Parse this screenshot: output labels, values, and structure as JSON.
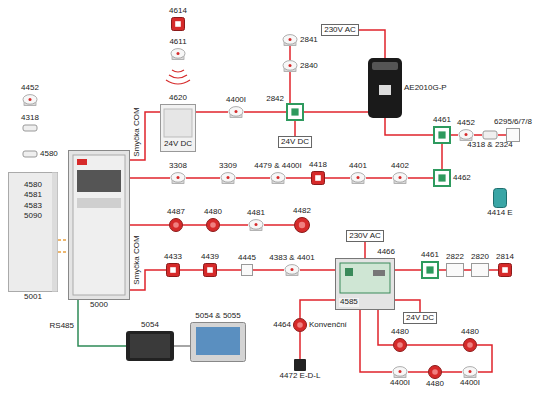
{
  "diagram": {
    "nodes": [
      {
        "text": [
          "4614"
        ]
      },
      {
        "text": [
          "4611"
        ]
      },
      {
        "text": [
          "4620",
          "24V DC"
        ]
      },
      {
        "text": [
          "4400I"
        ]
      },
      {
        "text": [
          "2841"
        ]
      },
      {
        "text": [
          "2840"
        ]
      },
      {
        "text": [
          "2842"
        ]
      },
      {
        "text": [
          "24V DC"
        ]
      },
      {
        "text": [
          "230V AC"
        ]
      },
      {
        "text": [
          "AE2010G-P"
        ]
      },
      {
        "text": [
          "4461"
        ]
      },
      {
        "text": [
          "4452"
        ]
      },
      {
        "text": [
          "4318 & 2324"
        ]
      },
      {
        "text": [
          "6295/6/7/8"
        ]
      },
      {
        "text": [
          "4462"
        ]
      },
      {
        "text": [
          "4452"
        ]
      },
      {
        "text": [
          "4318"
        ]
      },
      {
        "text": [
          "4580"
        ]
      },
      {
        "text": [
          "4580 4581 4583 5090",
          "5001"
        ]
      },
      {
        "text": [
          "5000"
        ]
      },
      {
        "text": [
          "3308"
        ]
      },
      {
        "text": [
          "3309"
        ]
      },
      {
        "text": [
          "4479 & 4400I"
        ]
      },
      {
        "text": [
          "4418"
        ]
      },
      {
        "text": [
          "4401"
        ]
      },
      {
        "text": [
          "4402"
        ]
      },
      {
        "text": [
          "4487"
        ]
      },
      {
        "text": [
          "4480"
        ]
      },
      {
        "text": [
          "4481"
        ]
      },
      {
        "text": [
          "4482"
        ]
      },
      {
        "text": [
          "4433"
        ]
      },
      {
        "text": [
          "4439"
        ]
      },
      {
        "text": [
          "4445"
        ]
      },
      {
        "text": [
          "4383 & 4401"
        ]
      },
      {
        "text": [
          "230V AC"
        ]
      },
      {
        "text": [
          "4466",
          "4585"
        ]
      },
      {
        "text": [
          "24V DC"
        ]
      },
      {
        "text": [
          "4464",
          "Konvenční"
        ]
      },
      {
        "text": [
          "4472 E-D-L"
        ]
      },
      {
        "text": [
          "4461"
        ]
      },
      {
        "text": [
          "2822"
        ]
      },
      {
        "text": [
          "2820"
        ]
      },
      {
        "text": [
          "2814"
        ]
      },
      {
        "text": [
          "4480"
        ]
      },
      {
        "text": [
          "4480"
        ]
      },
      {
        "text": [
          "4400I"
        ]
      },
      {
        "text": [
          "4480"
        ]
      },
      {
        "text": [
          "4400I"
        ]
      },
      {
        "text": [
          "5054"
        ]
      },
      {
        "text": [
          "5054 & 5055"
        ]
      },
      {
        "text": [
          "4414 E"
        ]
      }
    ],
    "edges": [
      {
        "from": 19,
        "to": 2,
        "arrow": "none"
      },
      {
        "from": 2,
        "to": 3,
        "arrow": "none"
      },
      {
        "from": 3,
        "to": 6,
        "arrow": "none"
      },
      {
        "from": 4,
        "to": 5,
        "arrow": "none"
      },
      {
        "from": 5,
        "to": 6,
        "arrow": "none"
      },
      {
        "from": 6,
        "to": 7,
        "arrow": "none"
      },
      {
        "from": 6,
        "to": 9,
        "arrow": "none"
      },
      {
        "from": 8,
        "to": 9,
        "arrow": "none"
      },
      {
        "from": 9,
        "to": 10,
        "arrow": "none"
      },
      {
        "from": 10,
        "to": 11,
        "arrow": "none"
      },
      {
        "from": 11,
        "to": 12,
        "arrow": "none"
      },
      {
        "from": 12,
        "to": 13,
        "arrow": "none"
      },
      {
        "from": 10,
        "to": 14,
        "arrow": "none"
      },
      {
        "from": 14,
        "to": 25,
        "arrow": "none"
      },
      {
        "from": 19,
        "to": 20,
        "arrow": "none"
      },
      {
        "from": 20,
        "to": 21,
        "arrow": "none"
      },
      {
        "from": 21,
        "to": 22,
        "arrow": "none"
      },
      {
        "from": 22,
        "to": 23,
        "arrow": "none"
      },
      {
        "from": 23,
        "to": 24,
        "arrow": "none"
      },
      {
        "from": 24,
        "to": 25,
        "arrow": "none"
      },
      {
        "from": 19,
        "to": 26,
        "arrow": "none"
      },
      {
        "from": 26,
        "to": 27,
        "arrow": "none"
      },
      {
        "from": 27,
        "to": 28,
        "arrow": "none"
      },
      {
        "from": 28,
        "to": 29,
        "arrow": "none"
      },
      {
        "from": 19,
        "to": 30,
        "arrow": "none"
      },
      {
        "from": 30,
        "to": 31,
        "arrow": "none"
      },
      {
        "from": 31,
        "to": 32,
        "arrow": "none"
      },
      {
        "from": 32,
        "to": 33,
        "arrow": "none"
      },
      {
        "from": 33,
        "to": 35,
        "arrow": "none"
      },
      {
        "from": 34,
        "to": 35,
        "arrow": "none"
      },
      {
        "from": 35,
        "to": 36,
        "arrow": "none"
      },
      {
        "from": 35,
        "to": 37,
        "arrow": "none"
      },
      {
        "from": 37,
        "to": 38,
        "arrow": "none"
      },
      {
        "from": 35,
        "to": 39,
        "arrow": "none"
      },
      {
        "from": 39,
        "to": 40,
        "arrow": "none"
      },
      {
        "from": 40,
        "to": 41,
        "arrow": "none"
      },
      {
        "from": 41,
        "to": 42,
        "arrow": "none"
      },
      {
        "from": 35,
        "to": 43,
        "arrow": "none"
      },
      {
        "from": 43,
        "to": 44,
        "arrow": "none"
      },
      {
        "from": 44,
        "to": 45,
        "arrow": "none"
      },
      {
        "from": 45,
        "to": 46,
        "arrow": "none"
      },
      {
        "from": 46,
        "to": 47,
        "arrow": "none"
      },
      {
        "from": 47,
        "to": 35,
        "arrow": "none"
      },
      {
        "from": 19,
        "to": 48,
        "label": "RS485",
        "arrow": "none"
      },
      {
        "from": 48,
        "to": 49,
        "arrow": "none"
      },
      {
        "from": 18,
        "to": 19,
        "arrow": "none"
      }
    ],
    "labels": [
      "Smyčka COM",
      "Smyčka COM"
    ]
  }
}
